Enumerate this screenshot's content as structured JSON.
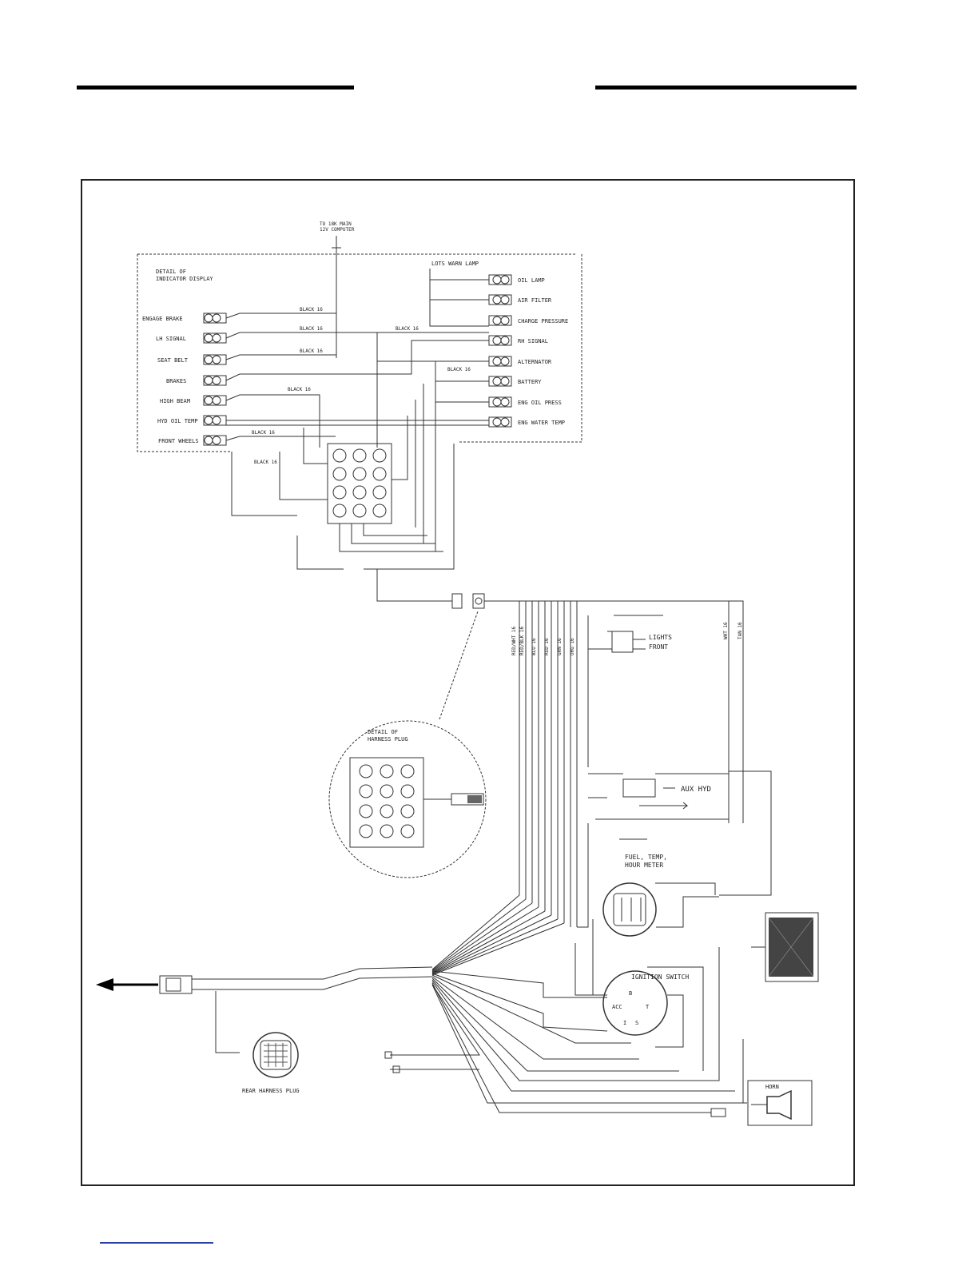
{
  "display_detail": {
    "title": [
      "DETAIL OF",
      "INDICATOR DISPLAY"
    ],
    "top_label": [
      "TO 18K MAIN",
      "12V COMPUTER"
    ],
    "left_items": [
      "ENGAGE BRAKE",
      "LH SIGNAL",
      "SEAT BELT",
      "BRAKES",
      "HIGH BEAM",
      "HYD OIL TEMP",
      "FRONT WHEELS"
    ],
    "right_top_group_label": "LOTS WARN LAMP",
    "right_items": [
      "OIL LAMP",
      "AIR FILTER",
      "CHARGE PRESSURE",
      "RH SIGNAL",
      "ALTERNATOR",
      "BATTERY",
      "ENG OIL PRESS",
      "ENG WATER TEMP"
    ],
    "wire_labels": [
      "BLACK 16",
      "BLACK 16",
      "BLACK 16",
      "BLACK 16",
      "BLACK 16",
      "BLACK 16",
      "BLACK 16",
      "BLACK 16"
    ]
  },
  "harness_detail": {
    "title": [
      "DETAIL OF",
      "HARNESS PLUG"
    ]
  },
  "components": {
    "lights": [
      "LIGHTS",
      "FRONT"
    ],
    "aux_hyd": "AUX HYD",
    "fuel_gauge": [
      "FUEL, TEMP,",
      "HOUR METER"
    ],
    "ignition": "IGNITION SWITCH",
    "ignition_terminals": [
      "B",
      "ACC",
      "T",
      "S",
      "I"
    ],
    "rear_plug": "REAR HARNESS PLUG",
    "horn": "HORN"
  },
  "harness_wire_labels": [
    "RED/WHT 16",
    "RED/BLK 16",
    "BLU 16",
    "RED 16",
    "GRN 16",
    "ORG 16",
    "WHT 16",
    "TAN 16"
  ]
}
